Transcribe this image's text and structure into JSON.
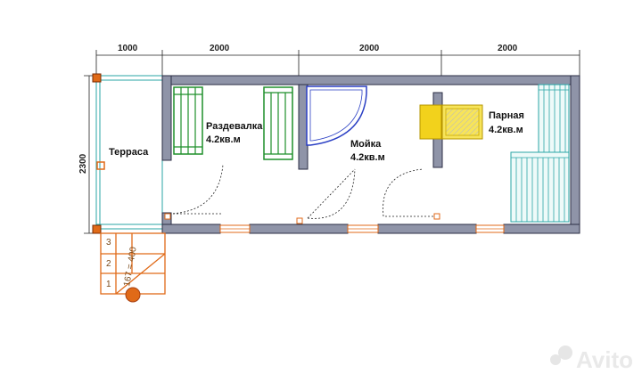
{
  "dimensions": {
    "top": [
      "1000",
      "2000",
      "2000",
      "2000"
    ],
    "left": "2300",
    "stair": "167 = 400"
  },
  "rooms": {
    "terrace": {
      "name": "Терраса"
    },
    "changing": {
      "name": "Раздевалка",
      "area": "4.2кв.м"
    },
    "washroom": {
      "name": "Мойка",
      "area": "4.2кв.м"
    },
    "steam": {
      "name": "Парная",
      "area": "4.2кв.м"
    }
  },
  "stairs": {
    "steps": [
      "3",
      "2",
      "1"
    ]
  },
  "watermark": "Avito",
  "colors": {
    "wall": "#8f94a8",
    "wall_outline": "#2b2e45",
    "bench": "#1f8f2a",
    "bench_teal": "#2aa6a6",
    "stove": "#f2d21c",
    "orange": "#e06a18",
    "shower": "#2a3fc4"
  }
}
